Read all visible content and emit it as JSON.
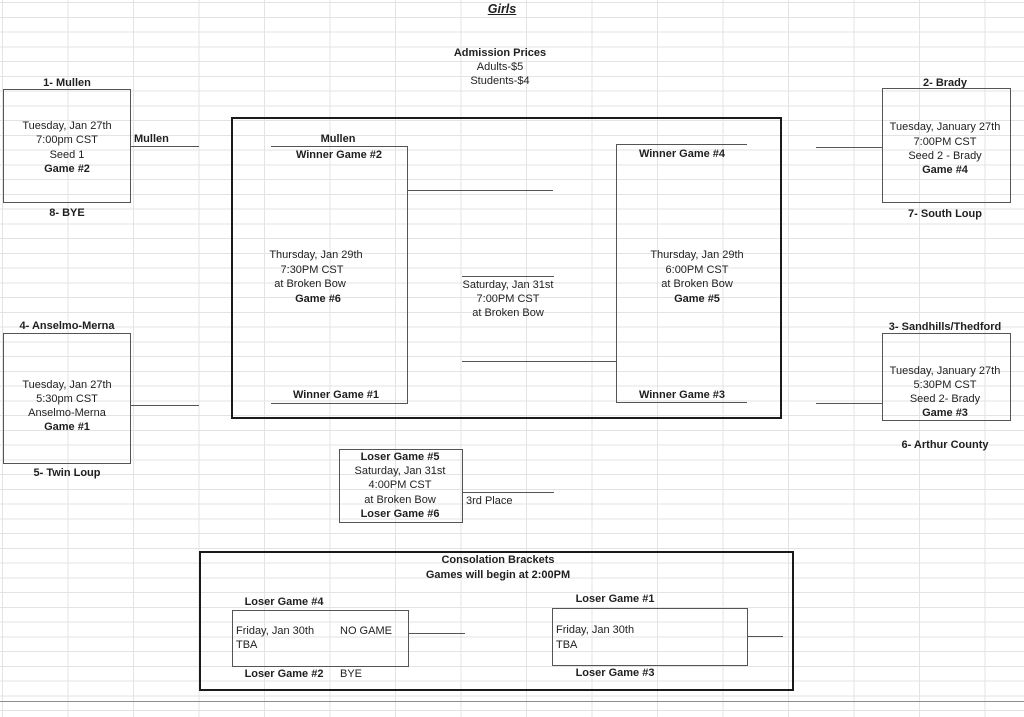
{
  "page": {
    "title": "Girls"
  },
  "admission": {
    "heading": "Admission Prices",
    "adults": "Adults-$5",
    "students": "Students-$4"
  },
  "first_round": {
    "game2": {
      "seed_top": "1- Mullen",
      "seed_bottom": "8- BYE",
      "date": "Tuesday, Jan 27th",
      "time": "7:00pm CST",
      "note": "Seed 1",
      "game": "Game #2",
      "winner": "Mullen"
    },
    "game1": {
      "seed_top": "4- Anselmo-Merna",
      "seed_bottom": "5- Twin Loup",
      "date": "Tuesday, Jan 27th",
      "time": "5:30pm CST",
      "note": "Anselmo-Merna",
      "game": "Game #1"
    },
    "game4": {
      "seed_top": "2- Brady",
      "seed_bottom": "7- South Loup",
      "date": "Tuesday, January 27th",
      "time": "7:00PM CST",
      "note": "Seed 2 - Brady",
      "game": "Game #4"
    },
    "game3": {
      "seed_top": "3- Sandhills/Thedford",
      "seed_bottom": "6- Arthur County",
      "date": "Tuesday, January 27th",
      "time": "5:30PM CST",
      "note": "Seed 2- Brady",
      "game": "Game #3"
    }
  },
  "semifinals": {
    "game6": {
      "advancer": "Mullen",
      "slot_top": "Winner Game #2",
      "slot_bottom": "Winner Game #1",
      "date": "Thursday, Jan 29th",
      "time": "7:30PM CST",
      "location": "at Broken Bow",
      "game": "Game #6"
    },
    "game5": {
      "slot_top": "Winner Game #4",
      "slot_bottom": "Winner Game #3",
      "date": "Thursday, Jan 29th",
      "time": "6:00PM CST",
      "location": "at Broken Bow",
      "game": "Game #5"
    }
  },
  "championship": {
    "date": "Saturday, Jan 31st",
    "time": "7:00PM CST",
    "location": "at Broken Bow"
  },
  "third_place": {
    "slot_top": "Loser Game #5",
    "date": "Saturday, Jan 31st",
    "time": "4:00PM CST",
    "location": "at Broken Bow",
    "slot_bottom": "Loser Game #6",
    "label": "3rd Place"
  },
  "consolation": {
    "heading": "Consolation Brackets",
    "subheading": "Games will begin at 2:00PM",
    "left": {
      "slot_top": "Loser Game #4",
      "slot_bottom": "Loser Game #2",
      "date": "Friday, Jan 30th",
      "time": "TBA",
      "note_top": "NO GAME",
      "note_bottom": "BYE"
    },
    "right": {
      "slot_top": "Loser Game #1",
      "slot_bottom": "Loser Game #3",
      "date": "Friday, Jan 30th",
      "time": "TBA"
    }
  },
  "colors": {
    "background": "#ffffff",
    "grid_line": "#e3e3e3",
    "bracket_line": "#555555",
    "bold_border": "#1a1a1a",
    "text": "#1f1f1f"
  }
}
